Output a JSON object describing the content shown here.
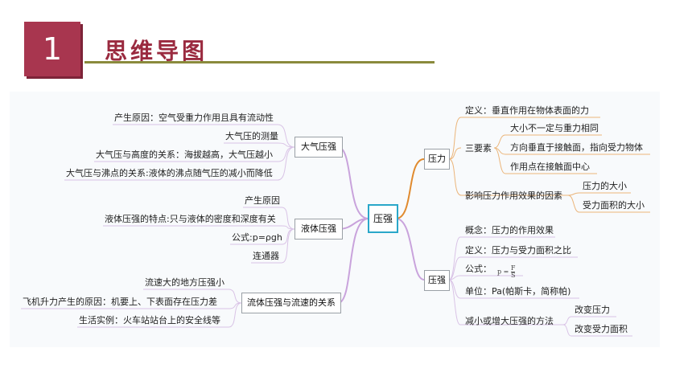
{
  "header": {
    "number": "1",
    "title": "思维导图"
  },
  "center": "压强",
  "left": {
    "atmos": {
      "label": "大气压强",
      "items": [
        "产生原因：空气受重力作用且具有流动性",
        "大气压的测量",
        "大气压与高度的关系：海拔越高，大气压越小",
        "大气压与沸点的关系:液体的沸点随气压的减小而降低"
      ]
    },
    "liquid": {
      "label": "液体压强",
      "items": [
        "产生原因",
        "液体压强的特点:只与液体的密度和深度有关",
        "公式:p=ρgh",
        "连通器"
      ]
    },
    "flow": {
      "label": "流体压强与流速的关系",
      "items": [
        "流速大的地方压强小",
        "飞机升力产生的原因：机要上、下表面存在压力差",
        "生活实例：火车站站台上的安全线等"
      ]
    }
  },
  "right": {
    "force": {
      "label": "压力",
      "definition": "定义：垂直作用在物体表面的力",
      "three": {
        "label": "三要素",
        "items": [
          "大小不一定与重力相同",
          "方向垂直于接触面，指向受力物体",
          "作用点在接触面中心"
        ]
      },
      "effect": {
        "label": "影响压力作用效果的因素",
        "items": [
          "压力的大小",
          "受力面积的大小"
        ]
      }
    },
    "pressure": {
      "label": "压强",
      "concept": "概念：压力的作用效果",
      "definition": "定义：压力与受力面积之比",
      "formula_label": "公式：",
      "formula": {
        "lhs": "p =",
        "num": "F",
        "den": "S"
      },
      "unit": "单位：Pa(帕斯卡，简称帕)",
      "method": {
        "label": "减小或增大压强的方法",
        "items": [
          "改变压力",
          "改变受力面积"
        ]
      }
    }
  }
}
